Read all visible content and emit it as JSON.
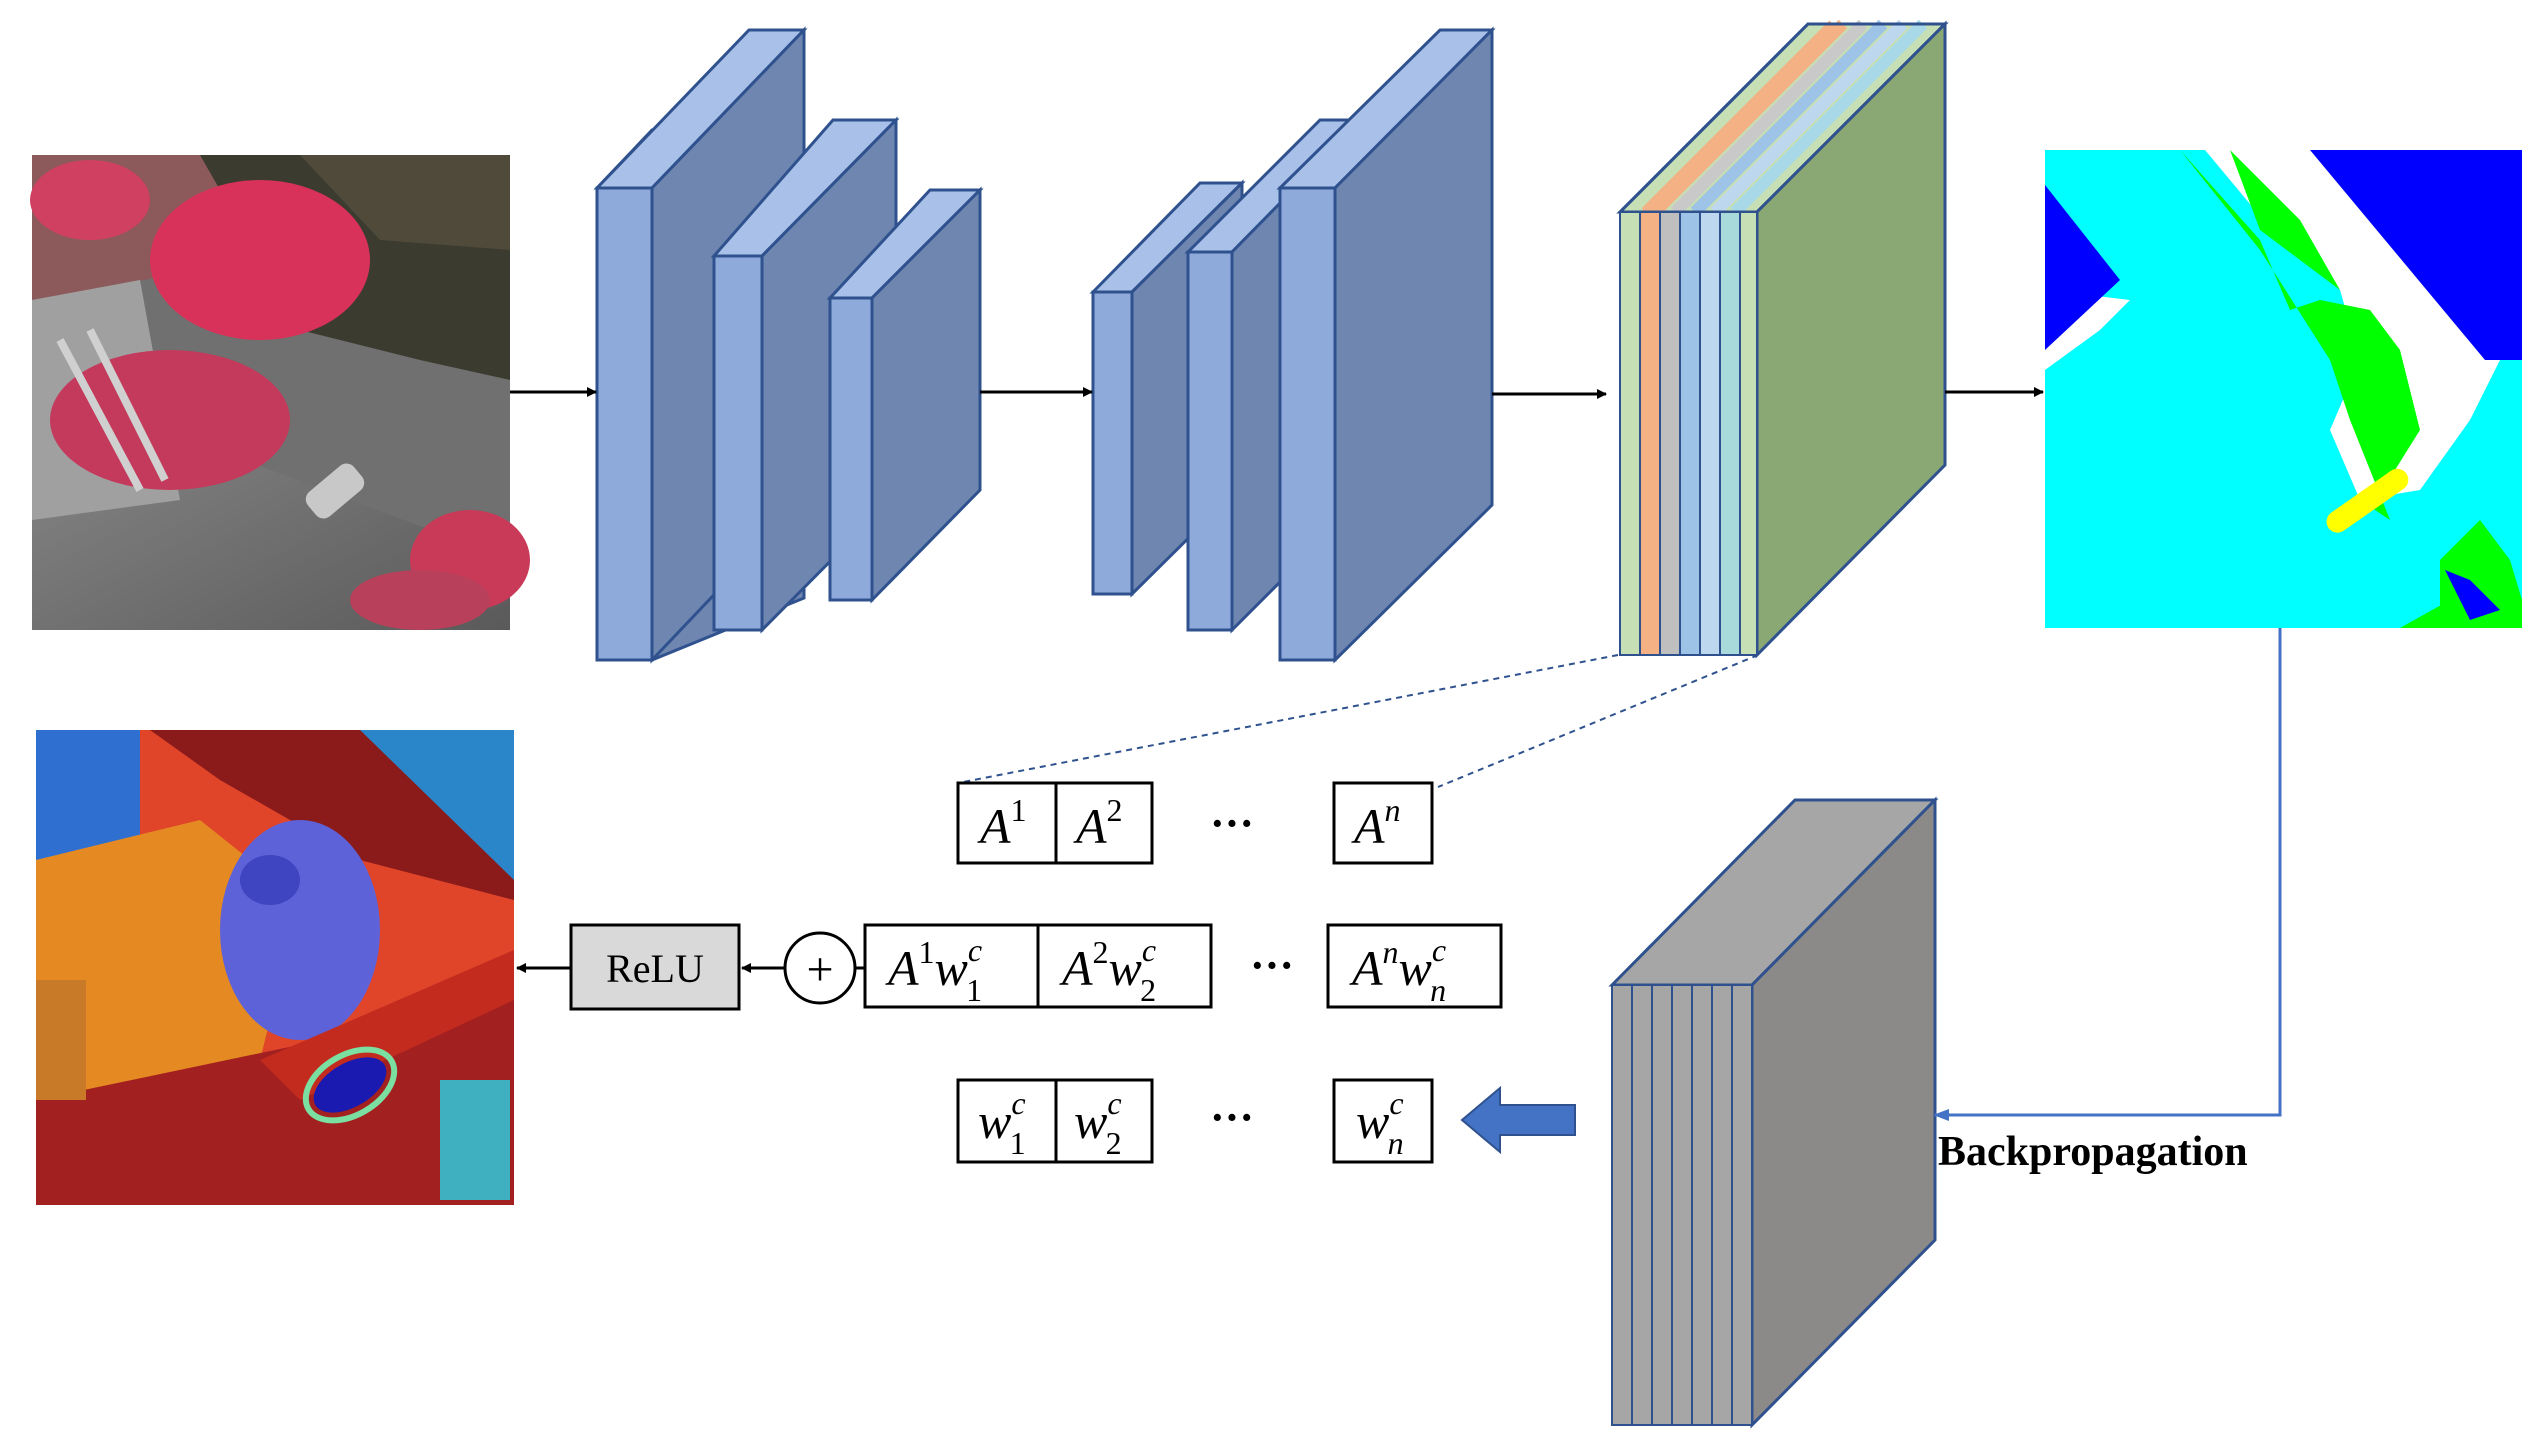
{
  "colors": {
    "block_front": "#8eaadb",
    "block_side": "#6f86b0",
    "block_top": "#a9c0e8",
    "block_edge": "#2f528f",
    "arrow": "#000000",
    "backprop_arrow": "#4472c4",
    "gray_block": "#8c8c8c",
    "relu_fill": "#d9d9d9",
    "seg_cyan": "#00ffff",
    "seg_blue": "#0000ff",
    "seg_green": "#00ff00",
    "seg_yellow": "#ffff00"
  },
  "feature_map_labels": {
    "a1": {
      "base": "A",
      "sup": "1"
    },
    "a2": {
      "base": "A",
      "sup": "2"
    },
    "dots": "···",
    "an": {
      "base": "A",
      "sup": "n"
    }
  },
  "weighted_labels": {
    "t1": {
      "base": "A",
      "sup": "1",
      "w": "w",
      "wsup": "c",
      "wsub": "1"
    },
    "t2": {
      "base": "A",
      "sup": "2",
      "w": "w",
      "wsup": "c",
      "wsub": "2"
    },
    "dots": "···",
    "tn": {
      "base": "A",
      "sup": "n",
      "w": "w",
      "wsup": "c",
      "wsub": "n"
    }
  },
  "weight_labels": {
    "w1": {
      "w": "w",
      "sup": "c",
      "sub": "1"
    },
    "w2": {
      "w": "w",
      "sup": "c",
      "sub": "2"
    },
    "dots": "···",
    "wn": {
      "w": "w",
      "sup": "c",
      "sub": "n"
    }
  },
  "sum_symbol": "+",
  "relu_label": "ReLU",
  "backprop_label": "Backpropagation"
}
